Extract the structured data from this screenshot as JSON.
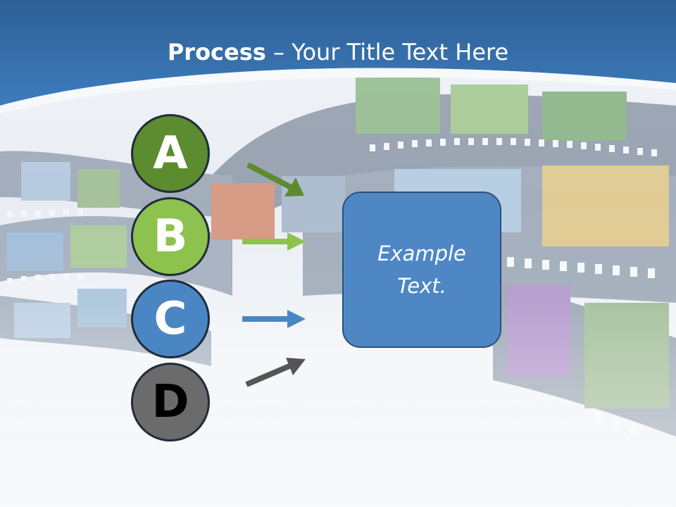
{
  "title": {
    "bold": "Process",
    "rest": " – Your Title Text Here"
  },
  "steps": [
    {
      "letter": "A",
      "color": "#5d8b2f"
    },
    {
      "letter": "B",
      "color": "#8dc24f"
    },
    {
      "letter": "C",
      "color": "#4b86c4"
    },
    {
      "letter": "D",
      "color": "#6b6b6b"
    }
  ],
  "box": {
    "text": "Example Text."
  },
  "colors": {
    "header": "#3a78b8",
    "box": "#4f87c5"
  }
}
